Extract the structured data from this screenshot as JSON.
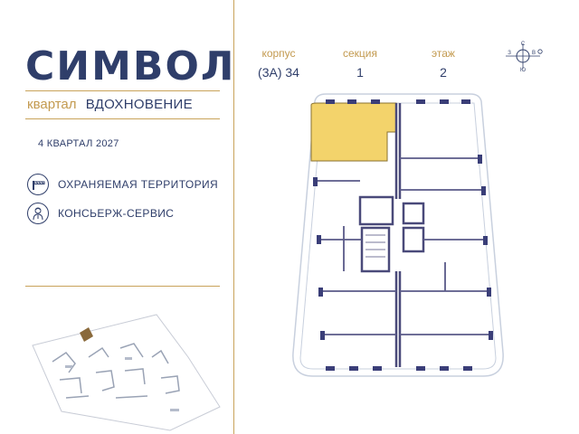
{
  "brand": {
    "title": "СИМВОЛ"
  },
  "quarter": {
    "label": "квартал",
    "name": "ВДОХНОВЕНИЕ"
  },
  "completion": "4 КВАРТАЛ 2027",
  "features": [
    {
      "icon": "barrier-icon",
      "label": "ОХРАНЯЕМАЯ ТЕРРИТОРИЯ"
    },
    {
      "icon": "concierge-icon",
      "label": "КОНСЬЕРЖ-СЕРВИС"
    }
  ],
  "info": {
    "building_label": "корпус",
    "building_value": "(3А) 34",
    "section_label": "секция",
    "section_value": "1",
    "floor_label": "этаж",
    "floor_value": "2"
  },
  "compass": {
    "n": "С",
    "s": "Ю",
    "e": "В",
    "w": "З"
  },
  "colors": {
    "navy": "#2f3e6a",
    "gold": "#c9a35a",
    "highlight": "#f3d36b"
  }
}
